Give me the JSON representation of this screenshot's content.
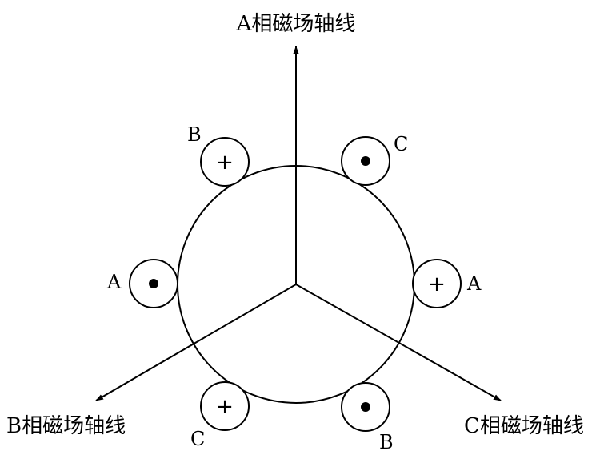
{
  "axes": {
    "a": {
      "label": "A相磁场轴线"
    },
    "b": {
      "label": "B相磁场轴线"
    },
    "c": {
      "label": "C相磁场轴线"
    }
  },
  "conductors": [
    {
      "id": "b-top",
      "phase": "B",
      "symbol": "+"
    },
    {
      "id": "c-top",
      "phase": "C",
      "symbol": "dot"
    },
    {
      "id": "a-left",
      "phase": "A",
      "symbol": "dot"
    },
    {
      "id": "a-right",
      "phase": "A",
      "symbol": "+"
    },
    {
      "id": "c-bottom",
      "phase": "C",
      "symbol": "+"
    },
    {
      "id": "b-bottom",
      "phase": "B",
      "symbol": "dot"
    }
  ],
  "colors": {
    "stroke": "#000000",
    "background": "#ffffff"
  }
}
